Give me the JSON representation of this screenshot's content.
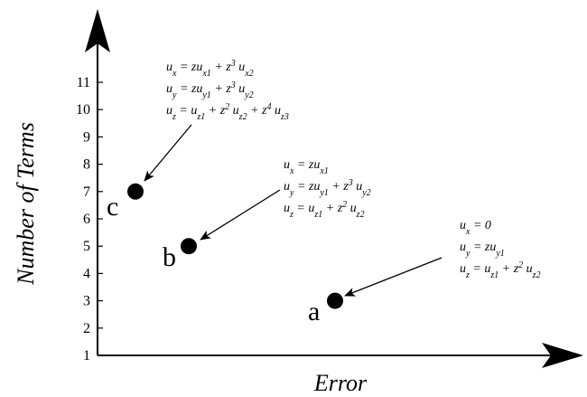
{
  "chart_data": {
    "type": "scatter",
    "title": "",
    "xlabel": "Error",
    "ylabel": "Number of Terms",
    "x_ticks": false,
    "y_ticks": [
      1,
      2,
      3,
      4,
      5,
      6,
      7,
      8,
      9,
      10,
      11
    ],
    "ylim": [
      1,
      12
    ],
    "grid": false,
    "legend": "none",
    "points": [
      {
        "label": "a",
        "y": 3,
        "annotation": [
          "u_x = 0",
          "u_y = zu_y1",
          "u_z = u_z1 + z^2 u_z2"
        ]
      },
      {
        "label": "b",
        "y": 5,
        "annotation": [
          "u_x = zu_x1",
          "u_y = zu_y1 + z^3 u_y2",
          "u_z = u_z1 + z^2 u_z2"
        ]
      },
      {
        "label": "c",
        "y": 7,
        "annotation": [
          "u_x = zu_x1 + z^3 u_x2",
          "u_y = zu_y1 + z^3 u_y2",
          "u_z = u_z1 + z^2 u_z2 + z^4 u_z3"
        ]
      }
    ],
    "colors": {
      "marker": "#000000",
      "axis": "#000000"
    }
  }
}
